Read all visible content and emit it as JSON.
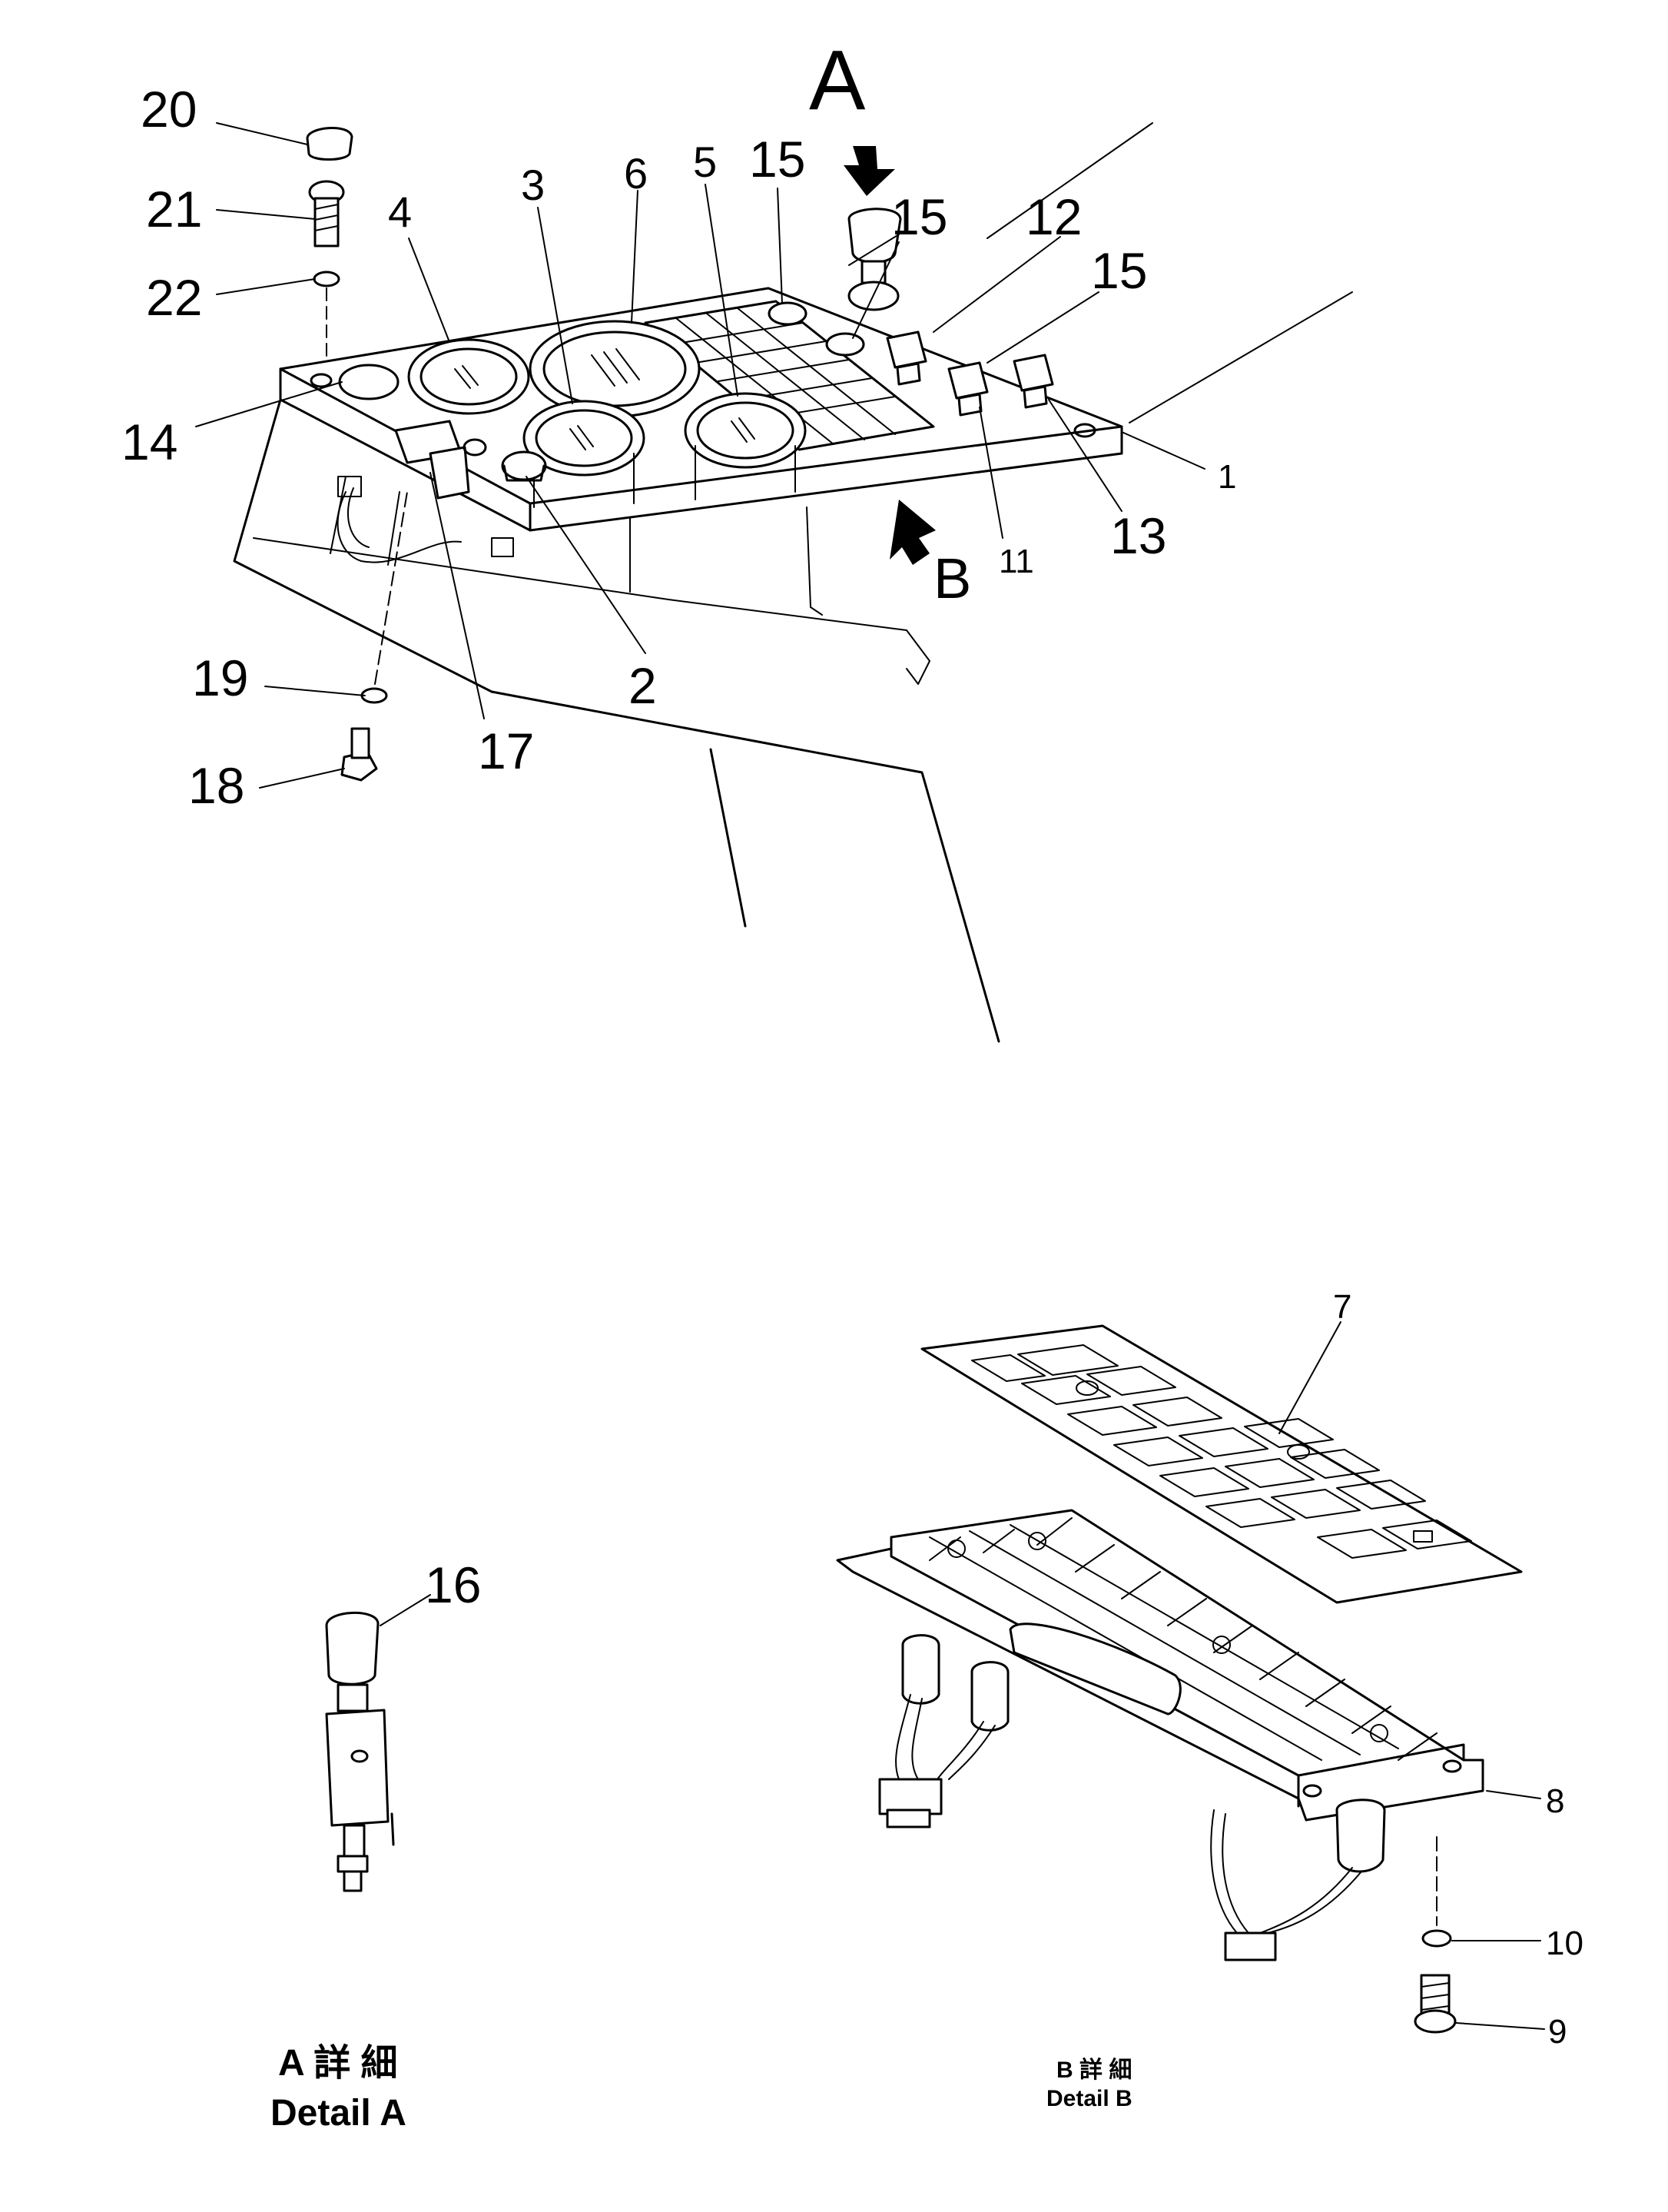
{
  "callouts": {
    "c1": "1",
    "c2": "2",
    "c3": "3",
    "c4": "4",
    "c5": "5",
    "c6": "6",
    "c7": "7",
    "c8": "8",
    "c9": "9",
    "c10": "10",
    "c11": "11",
    "c12": "12",
    "c13": "13",
    "c14": "14",
    "c15a": "15",
    "c15b": "15",
    "c15c": "15",
    "c16": "16",
    "c17": "17",
    "c18": "18",
    "c19": "19",
    "c20": "20",
    "c21": "21",
    "c22": "22"
  },
  "view_markers": {
    "a": "A",
    "b": "B"
  },
  "captions": {
    "detail_a_jp": "A 詳 細",
    "detail_a_en": "Detail A",
    "detail_b_jp": "B 詳 細",
    "detail_b_en": "Detail B"
  }
}
